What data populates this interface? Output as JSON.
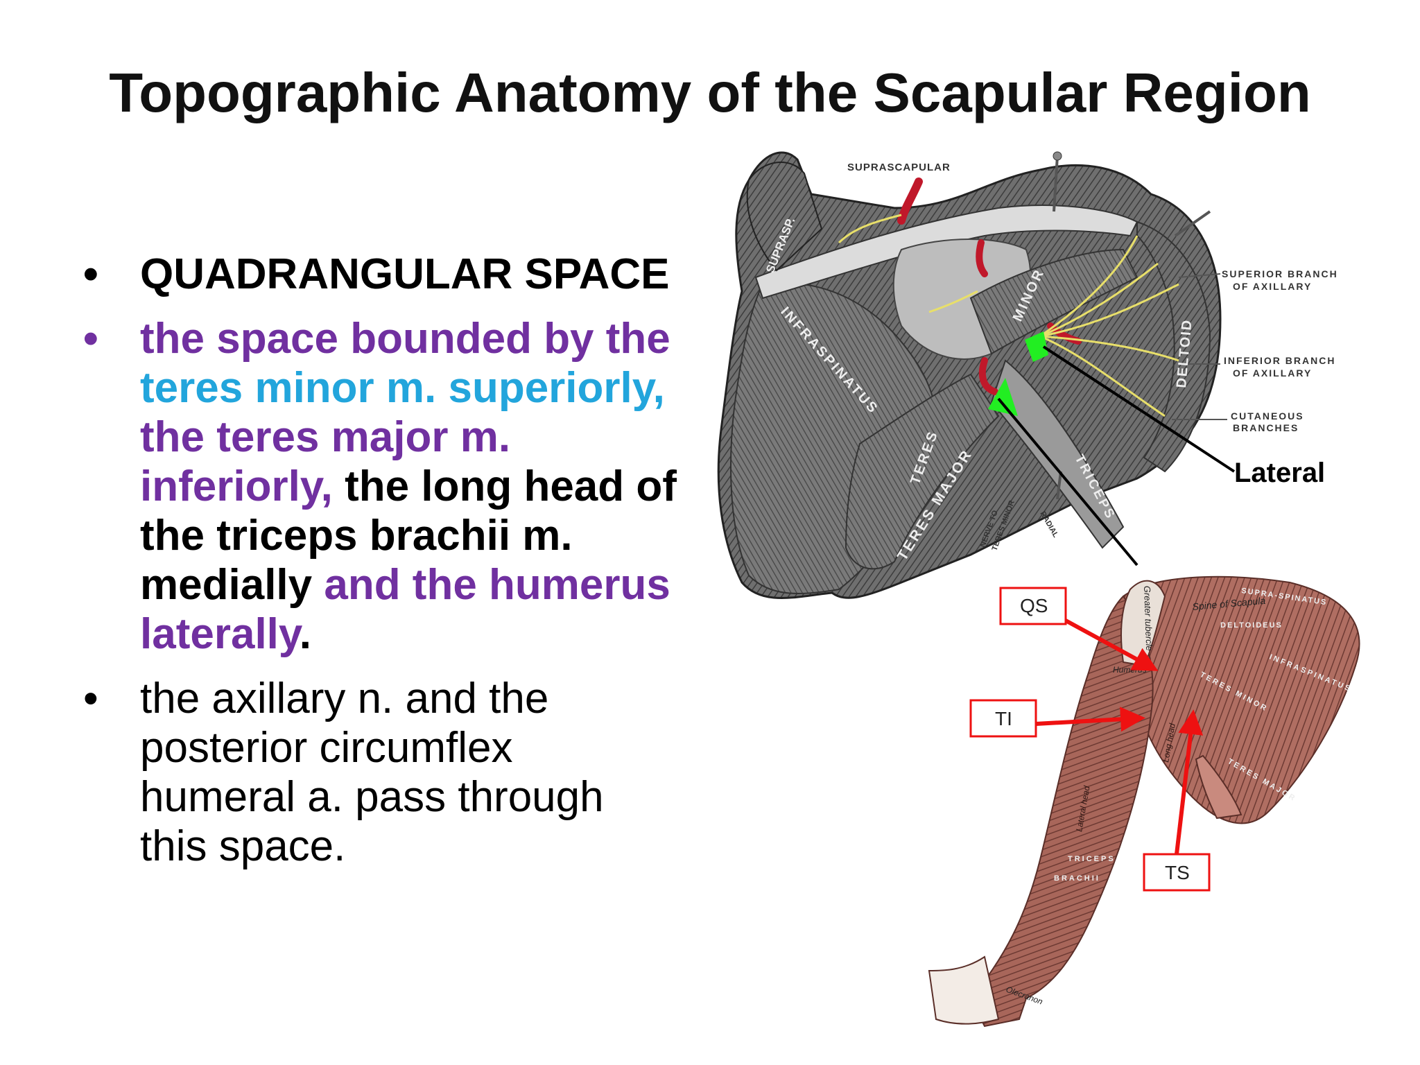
{
  "title": "Topographic Anatomy of the Scapular Region",
  "bullets": {
    "b1": {
      "text": "QUADRANGULAR SPACE"
    },
    "b2": {
      "p1": "the space bounded by the ",
      "p2": "teres minor m. superiorly,",
      "p3": " the teres major m. inferiorly,",
      "p4": " the long head of the triceps brachii m. medially ",
      "p5": "and the humerus laterally",
      "p6": "."
    },
    "b3": {
      "text": "the axillary n. and the posterior circumflex humeral a. pass through this space."
    }
  },
  "upper_figure": {
    "labels": {
      "suprascapular": "SUPRASCAPULAR",
      "supraspinatus": "SUPRASP.",
      "infraspinatus": "INFRASPINATUS",
      "minor": "MINOR",
      "deltoid": "DELTOID",
      "teres": "TERES",
      "teres_major": "TERES MAJOR",
      "nerve_to_teres_minor_1": "NERVE TO",
      "nerve_to_teres_minor_2": "TERES MINOR",
      "radial": "RADIAL",
      "triceps": "TRICEPS",
      "superior_branch_1": "SUPERIOR BRANCH",
      "superior_branch_2": "OF AXILLARY",
      "inferior_branch_1": "INFERIOR BRANCH",
      "inferior_branch_2": "OF AXILLARY",
      "cutaneous_1": "CUTANEOUS",
      "cutaneous_2": "BRANCHES",
      "lateral": "Lateral"
    }
  },
  "lower_figure": {
    "boxes": {
      "qs": "QS",
      "ti": "TI",
      "ts": "TS"
    },
    "labels": {
      "supraspinatus": "SUPRA-SPINATUS",
      "spine_of_scapula": "Spine of Scapula",
      "deltoideus": "DELTOIDEUS",
      "greater_tubercle": "Greater tubercle",
      "humerus": "Humerus",
      "teres_minor": "TERES MINOR",
      "infraspinatus": "INFRASPINATUS",
      "teres_major": "TERES MAJOR",
      "long_head": "Long head",
      "lateral_head": "Lateral head",
      "triceps_brachii_1": "TRICEPS",
      "triceps_brachii_2": "BRACHII",
      "olecranon": "Olecranon"
    }
  },
  "colors": {
    "purple": "#7030a0",
    "blue": "#22a5dc",
    "highlight_green": "#22ee22",
    "arrow_red": "#ee1111",
    "muscle_brown": "#9a5c50"
  }
}
